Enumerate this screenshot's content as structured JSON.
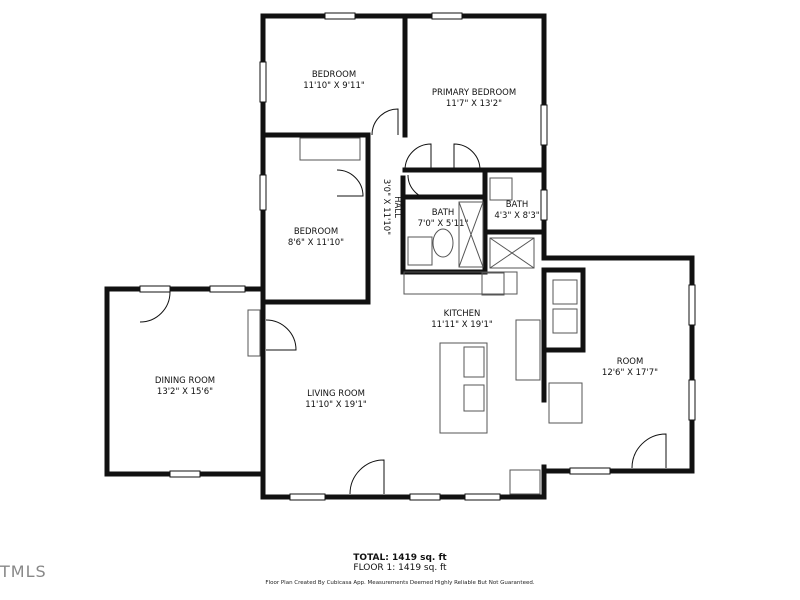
{
  "rooms": {
    "bedroom1": {
      "name": "BEDROOM",
      "size": "11'10\" X 9'11\""
    },
    "primary_bedroom": {
      "name": "PRIMARY BEDROOM",
      "size": "11'7\" X 13'2\""
    },
    "bedroom2": {
      "name": "BEDROOM",
      "size": "8'6\" X 11'10\""
    },
    "hall": {
      "name": "HALL",
      "size": "3'0\" X 11'10\""
    },
    "bath1": {
      "name": "BATH",
      "size": "7'0\" X 5'11\""
    },
    "bath2": {
      "name": "BATH",
      "size": "4'3\" X 8'3\""
    },
    "kitchen": {
      "name": "KITCHEN",
      "size": "11'11\" X 19'1\""
    },
    "dining_room": {
      "name": "DINING ROOM",
      "size": "13'2\" X 15'6\""
    },
    "living_room": {
      "name": "LIVING ROOM",
      "size": "11'10\" X 19'1\""
    },
    "room": {
      "name": "ROOM",
      "size": "12'6\" X 17'7\""
    }
  },
  "footer": {
    "total": "TOTAL: 1419 sq. ft",
    "floor": "FLOOR 1: 1419 sq. ft",
    "credit": "Floor Plan Created By Cubicasa App. Measurements Deemed Highly Reliable But Not Guaranteed."
  },
  "watermark": "TMLS"
}
